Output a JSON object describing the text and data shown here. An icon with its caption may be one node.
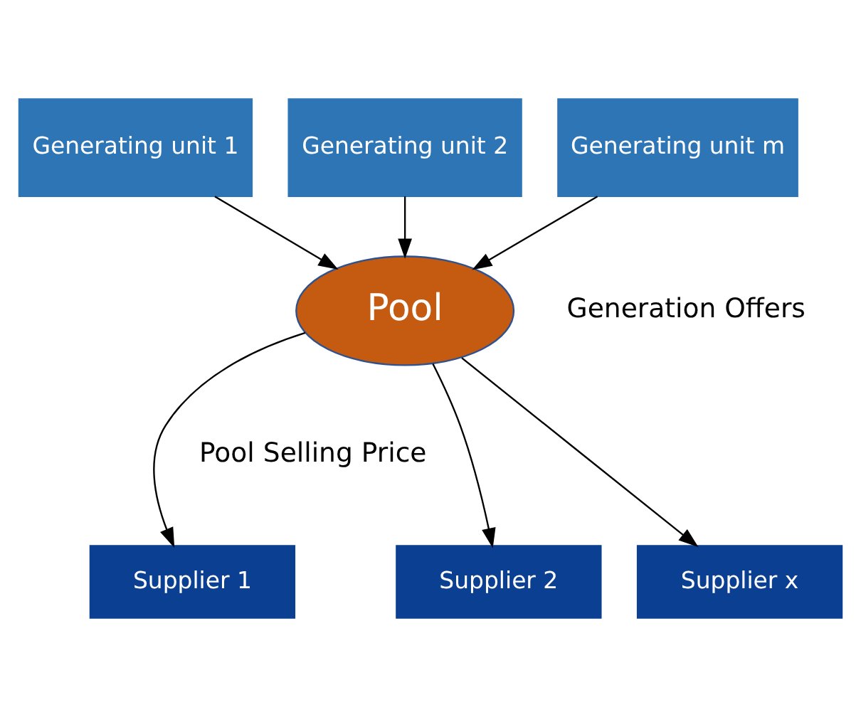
{
  "diagram": {
    "nodes": [
      {
        "text": [
          "Generating unit 1"
        ]
      },
      {
        "text": [
          "Generating unit 2"
        ]
      },
      {
        "text": [
          "Generating unit m"
        ]
      },
      {
        "text": [
          "Pool"
        ]
      },
      {
        "text": [
          "Supplier 1"
        ]
      },
      {
        "text": [
          "Supplier 2"
        ]
      },
      {
        "text": [
          "Supplier x"
        ]
      }
    ],
    "edges": [
      {
        "from": 0,
        "to": 3,
        "arrow": "to"
      },
      {
        "from": 1,
        "to": 3,
        "arrow": "to"
      },
      {
        "from": 2,
        "to": 3,
        "arrow": "to"
      },
      {
        "from": 3,
        "to": 4,
        "arrow": "to"
      },
      {
        "from": 3,
        "to": 5,
        "arrow": "to"
      },
      {
        "from": 3,
        "to": 6,
        "arrow": "to"
      }
    ],
    "labels": [
      "Generation Offers",
      "Pool Selling Price"
    ]
  }
}
